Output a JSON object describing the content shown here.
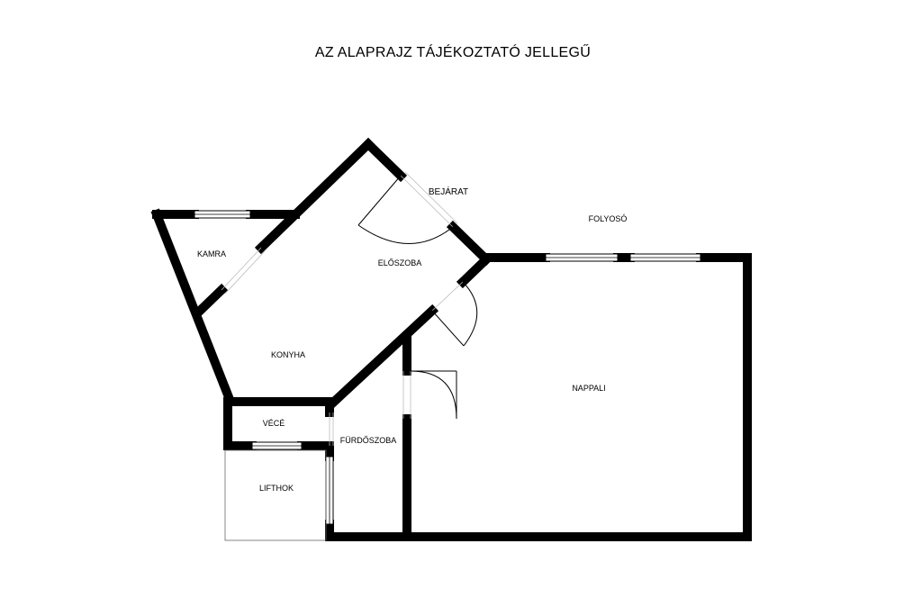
{
  "title": "AZ ALAPRAJZ TÁJÉKOZTATÓ JELLEGŰ",
  "entrance_label": "BEJÁRAT",
  "entrance_color": "#e0201b",
  "rooms": {
    "folyoso": "FOLYOSÓ",
    "kamra": "KAMRA",
    "eloszoba": "ELŐSZOBA",
    "konyha": "KONYHA",
    "nappali": "NAPPALI",
    "vece": "VÉCÉ",
    "furdoszoba": "FÜRDŐSZOBA",
    "lifthok": "LIFTHOK"
  }
}
